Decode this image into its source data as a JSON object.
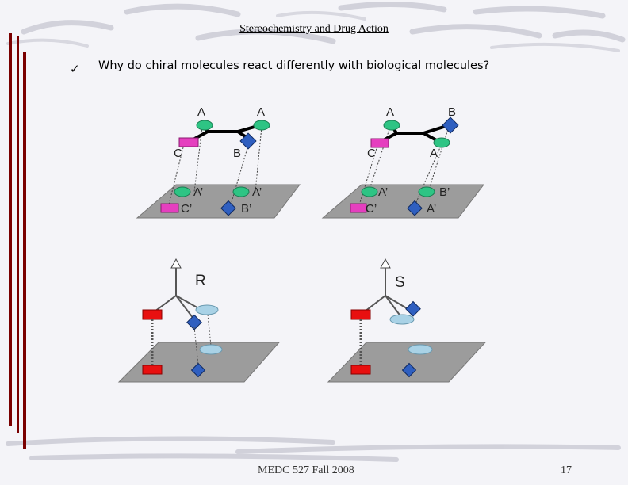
{
  "title": "Stereochemistry and Drug Action",
  "bullet": {
    "icon": "checkmark-icon",
    "text": "Why do chiral molecules react differently with biological molecules?"
  },
  "top_left": {
    "molecule_labels": [
      "A",
      "A",
      "C",
      "B"
    ],
    "site_labels": [
      "A’",
      "A’",
      "C’",
      "B’"
    ]
  },
  "top_right": {
    "molecule_labels": [
      "A",
      "B",
      "C",
      "A"
    ],
    "site_labels": [
      "A’",
      "B’",
      "C’",
      "A’"
    ]
  },
  "bottom_labels": {
    "left": "R",
    "right": "S"
  },
  "footer": {
    "course": "MEDC 527 Fall 2008",
    "page": "17"
  },
  "colors": {
    "slab": "#9c9c9c",
    "magenta": "#e53fbf",
    "green": "#2ec484",
    "blue": "#2f5fc0",
    "red": "#e81010",
    "light_blue": "#a9d2e6",
    "maroon": "#7a0000"
  }
}
